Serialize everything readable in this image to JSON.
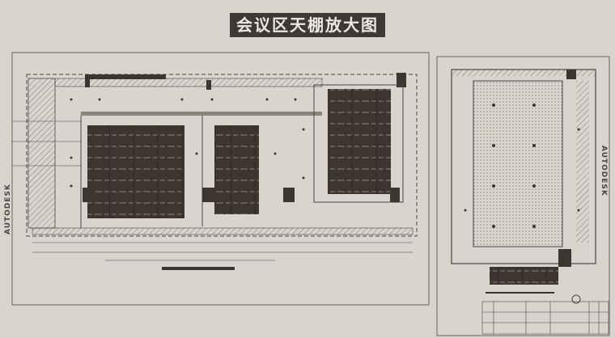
{
  "title": "会议区天棚放大图",
  "watermarks": {
    "left": "AUTODESK",
    "right": "AUTODESK"
  },
  "colors": {
    "background": "#d8d5cf",
    "title_bg": "#3f3834",
    "line": "#4a4540",
    "ceiling_panel": "#3e3531"
  }
}
